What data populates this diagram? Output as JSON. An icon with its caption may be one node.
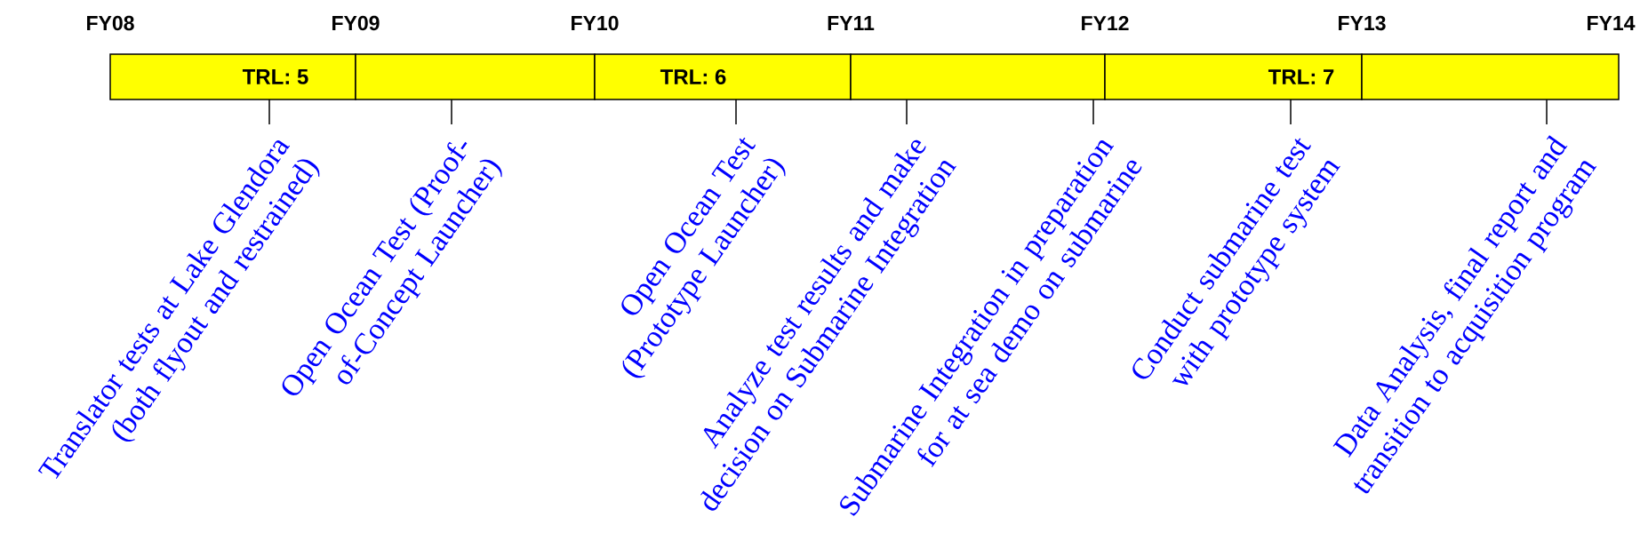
{
  "diagram": {
    "nodes": [
      {
        "text": [
          "TRL:  5"
        ]
      },
      {
        "text": [],
        "shape": "bar"
      },
      {
        "text": [
          "TRL:  6"
        ]
      },
      {
        "text": [],
        "shape": "bar"
      },
      {
        "text": [
          "TRL:  7"
        ]
      },
      {
        "text": [],
        "shape": "bar"
      },
      {
        "text": [
          "Translator tests at Lake Glendora (both flyout and restrained)"
        ]
      },
      {
        "text": [
          "Open Ocean Test (Proof-of-Concept Launcher)"
        ]
      },
      {
        "text": [
          "Open Ocean Test (Prototype Launcher)"
        ]
      },
      {
        "text": [
          "Analyze test results and make decision on Submarine Integration"
        ]
      },
      {
        "text": [
          "Submarine Integration in preparation for at sea demo on submarine"
        ]
      },
      {
        "text": [
          "Conduct submarine test with prototype system"
        ]
      },
      {
        "text": [
          "Data Analysis, final report and transition to acquisition program"
        ]
      }
    ],
    "edges": [
      {
        "from": 0,
        "to": 6,
        "arrow": "none"
      },
      {
        "from": 1,
        "to": 7,
        "arrow": "none"
      },
      {
        "from": 2,
        "to": 8,
        "arrow": "none"
      },
      {
        "from": 3,
        "to": 9,
        "arrow": "none"
      },
      {
        "from": 3,
        "to": 10,
        "arrow": "none"
      },
      {
        "from": 4,
        "to": 11,
        "arrow": "none"
      },
      {
        "from": 5,
        "to": 12,
        "arrow": "none"
      }
    ],
    "labels": [
      "FY08",
      "FY09",
      "FY10",
      "FY11",
      "FY12",
      "FY13",
      "FY14"
    ]
  }
}
